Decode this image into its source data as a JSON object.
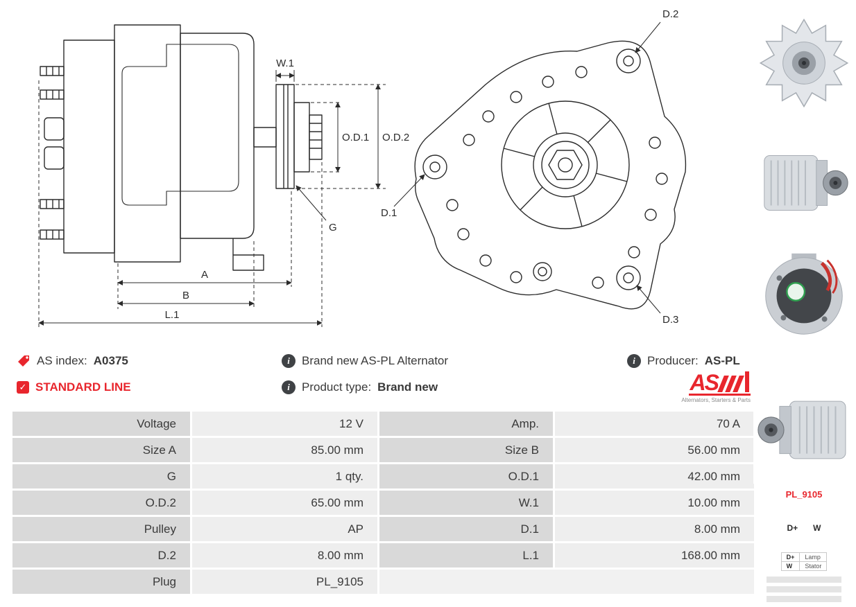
{
  "info": {
    "as_index": {
      "label": "AS index:",
      "value": "A0375"
    },
    "standard_line": "STANDARD LINE",
    "brand_new": "Brand new AS-PL Alternator",
    "product_type": {
      "label": "Product type:",
      "value": "Brand new"
    },
    "producer": {
      "label": "Producer:",
      "value": "AS-PL"
    }
  },
  "logo": {
    "text": "AS",
    "tagline": "Alternators, Starters & Parts"
  },
  "icons": {
    "info_glyph": "i",
    "check_glyph": "✓"
  },
  "diagram": {
    "side_view_labels": {
      "w1": "W.1",
      "od1": "O.D.1",
      "od2": "O.D.2",
      "g": "G",
      "a": "A",
      "b": "B",
      "l1": "L.1"
    },
    "front_view_labels": {
      "d1": "D.1",
      "d2": "D.2",
      "d3": "D.3"
    }
  },
  "sidebar": {
    "plug_code": "PL_9105",
    "terminals": [
      "D+",
      "W"
    ],
    "legend": [
      {
        "key": "D+",
        "value": "Lamp"
      },
      {
        "key": "W",
        "value": "Stator"
      }
    ]
  },
  "spec_table": {
    "rows": [
      {
        "label1": "Voltage",
        "value1": "12 V",
        "label2": "Amp.",
        "value2": "70 A"
      },
      {
        "label1": "Size A",
        "value1": "85.00 mm",
        "label2": "Size B",
        "value2": "56.00 mm"
      },
      {
        "label1": "G",
        "value1": "1 qty.",
        "label2": "O.D.1",
        "value2": "42.00 mm"
      },
      {
        "label1": "O.D.2",
        "value1": "65.00 mm",
        "label2": "W.1",
        "value2": "10.00 mm"
      },
      {
        "label1": "Pulley",
        "value1": "AP",
        "label2": "D.1",
        "value2": "8.00 mm"
      },
      {
        "label1": "D.2",
        "value1": "8.00 mm",
        "label2": "L.1",
        "value2": "168.00 mm"
      },
      {
        "label1": "Plug",
        "value1": "PL_9105",
        "label2": "",
        "value2": ""
      }
    ]
  },
  "colors": {
    "accent_red": "#e8262d",
    "table_label_bg": "#d9d9d9",
    "table_value_bg": "#eeeeee",
    "line_color": "#2b2b2b"
  }
}
